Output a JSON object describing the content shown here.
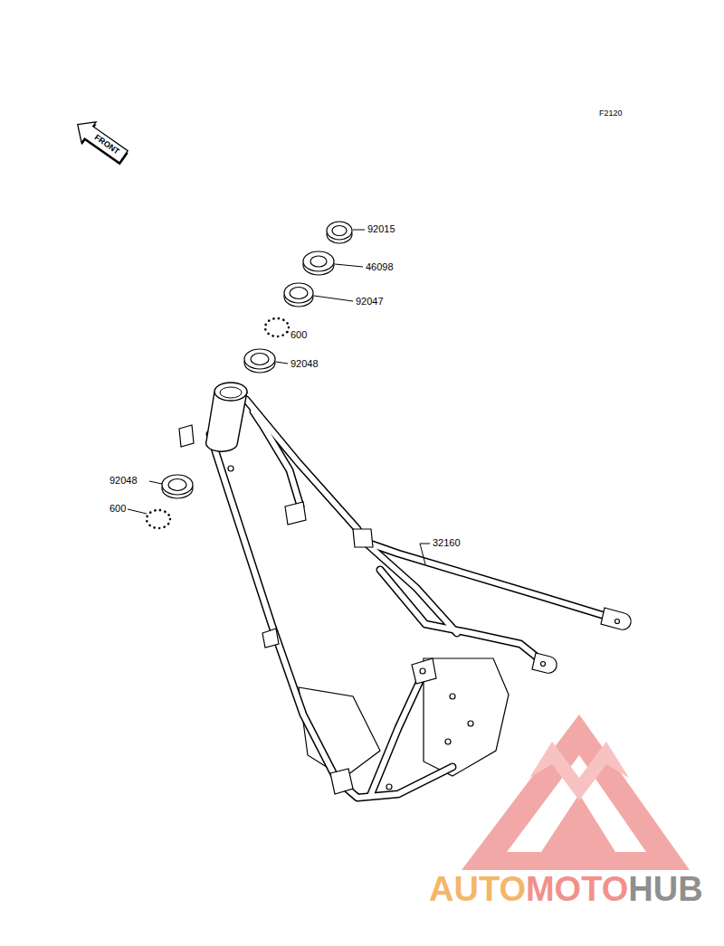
{
  "diagram": {
    "labels": [
      "F2120",
      "FRONT",
      "92015",
      "46098",
      "92047",
      "600",
      "92048",
      "92048",
      "600",
      "32160",
      "AUTO",
      "MOTO",
      "HUB"
    ]
  }
}
